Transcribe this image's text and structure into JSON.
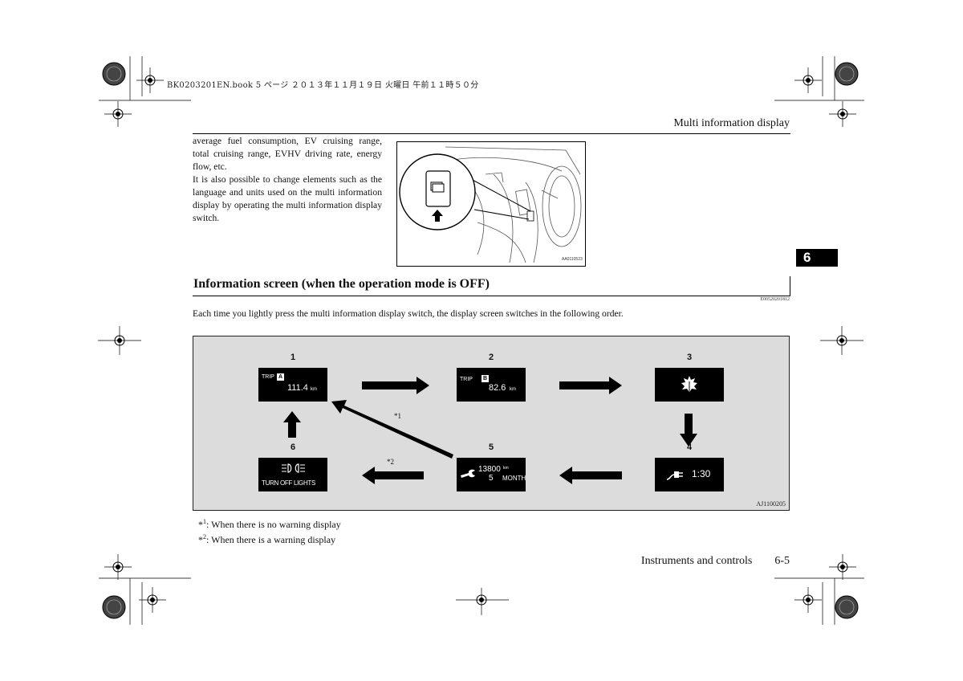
{
  "print_header": "BK0203201EN.book  5 ページ  ２０１３年１１月１９日  火曜日  午前１１時５０分",
  "header": {
    "title": "Multi information display"
  },
  "intro": {
    "paragraph1": "average fuel consumption, EV cruising range, total cruising range, EVHV driving rate, energy flow, etc.",
    "paragraph2": "It is also possible to change elements such as the language and units used on the multi information display by operating the multi information display switch."
  },
  "illustration": {
    "code": "AA0110523"
  },
  "chapter_tab": "6",
  "section": {
    "title": "Information screen (when the operation mode is OFF)",
    "code": "E00520201812",
    "body": "Each time you lightly press the multi information display switch, the display screen switches in the following order."
  },
  "diagram": {
    "code": "AJ1100205",
    "steps": [
      {
        "num": "1",
        "label": "TRIP",
        "badge": "A",
        "value": "111.4",
        "unit": "km"
      },
      {
        "num": "2",
        "label": "TRIP",
        "badge": "B",
        "value": "82.6",
        "unit": "km"
      },
      {
        "num": "3"
      },
      {
        "num": "4",
        "value": "1:30"
      },
      {
        "num": "5",
        "value1": "13800",
        "unit1": "km",
        "value2": "5",
        "unit2": "MONTH"
      },
      {
        "num": "6",
        "text": "TURN OFF LIGHTS"
      }
    ],
    "arrow_notes": {
      "n1": "*1",
      "n2": "*2"
    }
  },
  "notes": [
    {
      "mark": "*",
      "sup": "1",
      "text": ": When there is no warning display"
    },
    {
      "mark": "*",
      "sup": "2",
      "text": ": When there is a warning display"
    }
  ],
  "footer": {
    "section": "Instruments and controls",
    "page": "6-5"
  }
}
